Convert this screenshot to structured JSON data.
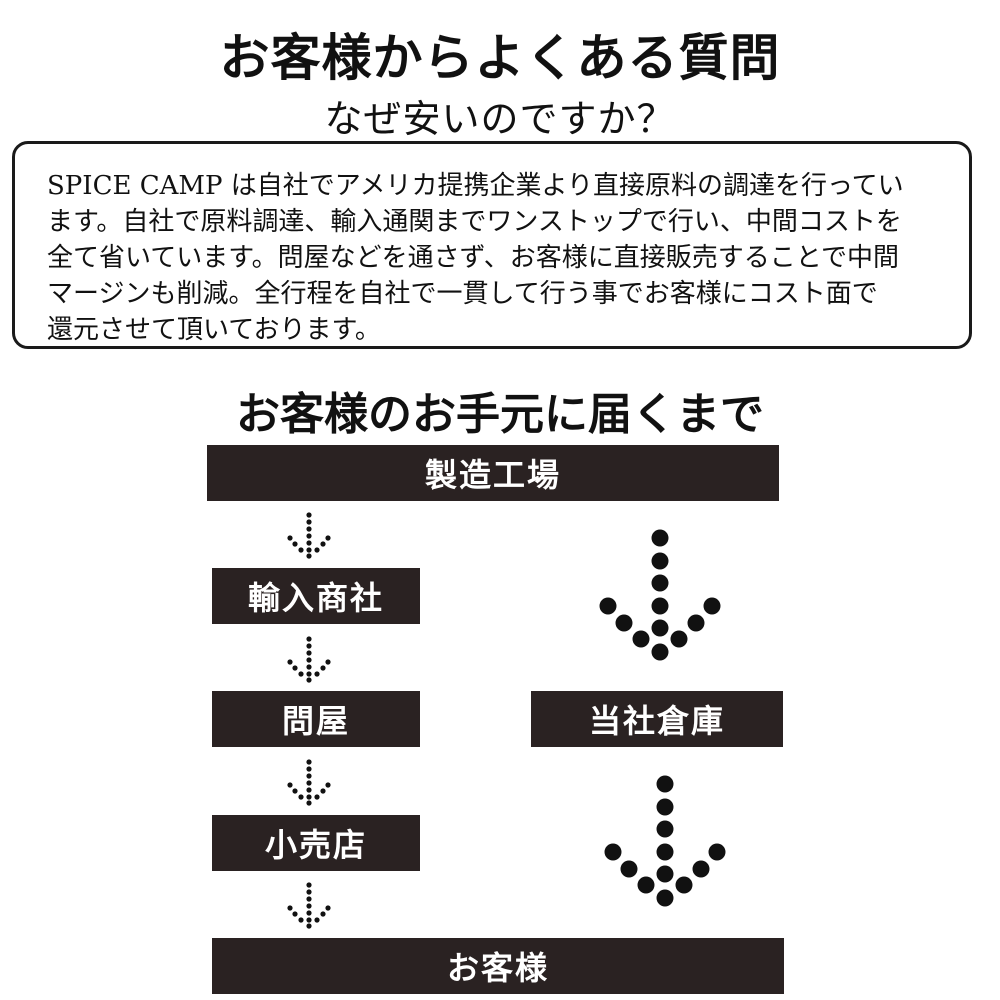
{
  "header": {
    "title": "お客様からよくある質問",
    "subtitle": "なぜ安いのですか？"
  },
  "faq": {
    "lines": [
      "SPICE CAMP は自社でアメリカ提携企業より直接原料の調達を行ってい",
      "ます。自社で原料調達、輸入通関までワンストップで行い、中間コストを",
      "全て省いています。問屋などを通さず、お客様に直接販売することで中間",
      "マージンも削減。全行程を自社で一貫して行う事でお客様にコスト面で",
      "還元させて頂いております。"
    ]
  },
  "flow": {
    "title": "お客様のお手元に届くまで",
    "factory": "製造工場",
    "left_steps": [
      "輸入商社",
      "問屋",
      "小売店"
    ],
    "warehouse": "当社倉庫",
    "customer": "お客様"
  },
  "colors": {
    "box_bg": "#2a2222",
    "box_text": "#ffffff",
    "arrow_dot": "#111111"
  }
}
